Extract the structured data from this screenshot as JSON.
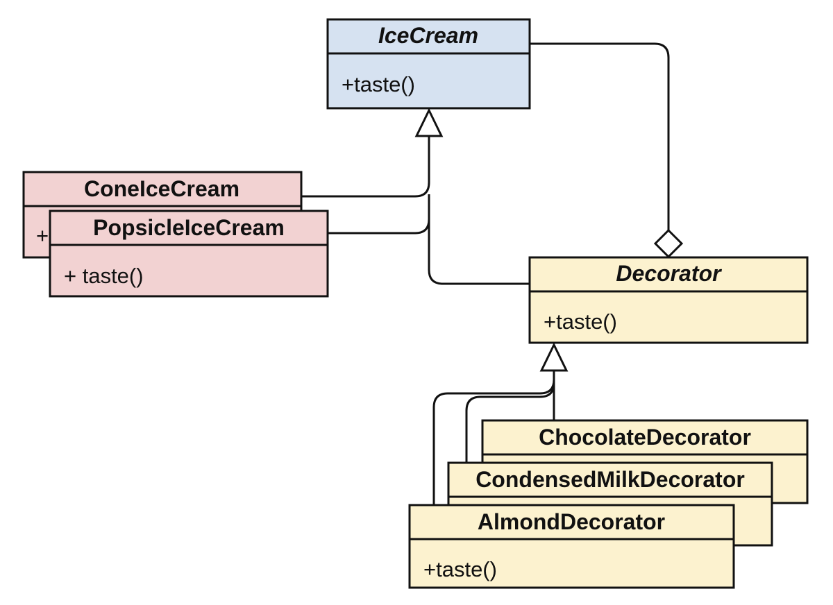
{
  "colors": {
    "component": "#d6e2f1",
    "concrete_component": "#f2d2d2",
    "decorator": "#fcf2cf",
    "stroke": "#111111"
  },
  "classes": {
    "ice_cream": {
      "name": "IceCream",
      "method": "+taste()"
    },
    "cone_ice_cream": {
      "name": "ConeIceCream",
      "method_fragment": "+"
    },
    "popsicle_ice_cream": {
      "name": "PopsicleIceCream",
      "method": "+ taste()"
    },
    "decorator": {
      "name": "Decorator",
      "method": "+taste()"
    },
    "chocolate_decorator": {
      "name": "ChocolateDecorator"
    },
    "condensed_milk_decorator": {
      "name": "CondensedMilkDecorator"
    },
    "almond_decorator": {
      "name": "AlmondDecorator",
      "method": "+taste()"
    }
  }
}
